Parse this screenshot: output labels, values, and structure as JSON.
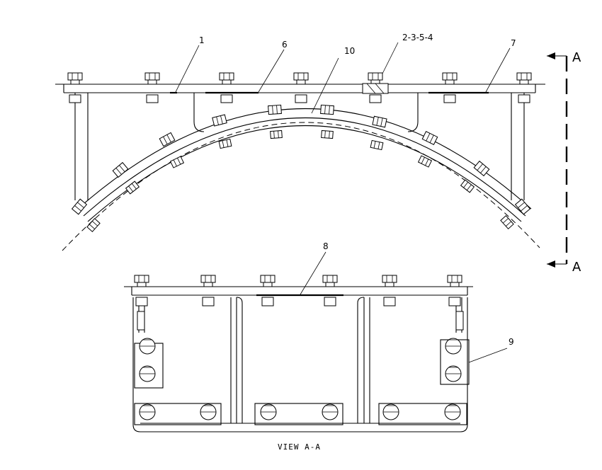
{
  "callouts": {
    "c1": "1",
    "c6": "6",
    "c10": "10",
    "c2354": "2-3-5-4",
    "c7": "7",
    "c8": "8",
    "c9": "9"
  },
  "section": {
    "top_letter": "A",
    "bottom_letter": "A"
  },
  "view_caption": "VIEW A-A"
}
